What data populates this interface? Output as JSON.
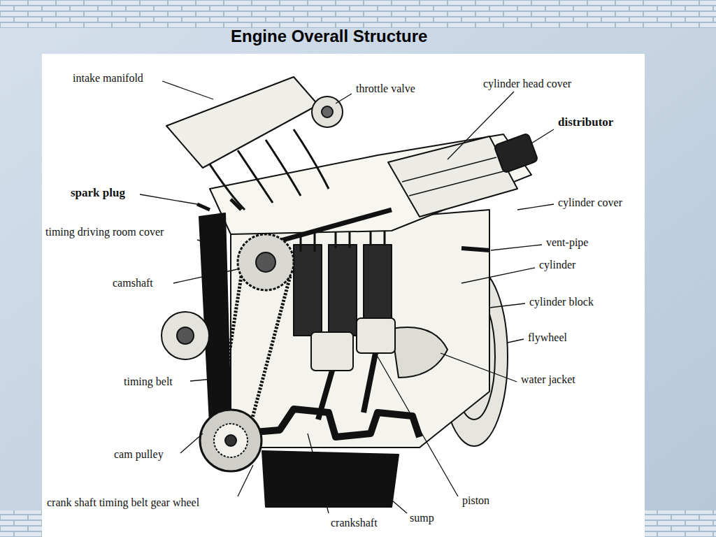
{
  "diagram": {
    "title": "Engine Overall Structure",
    "labels": [
      "intake manifold",
      "throttle valve",
      "cylinder head cover",
      "distributor",
      "spark plug",
      "cylinder cover",
      "timing driving room cover",
      "vent-pipe",
      "cylinder",
      "camshaft",
      "cylinder block",
      "flywheel",
      "timing belt",
      "water jacket",
      "cam pulley",
      "crank shaft timing belt gear wheel",
      "piston",
      "sump",
      "crankshaft"
    ]
  }
}
